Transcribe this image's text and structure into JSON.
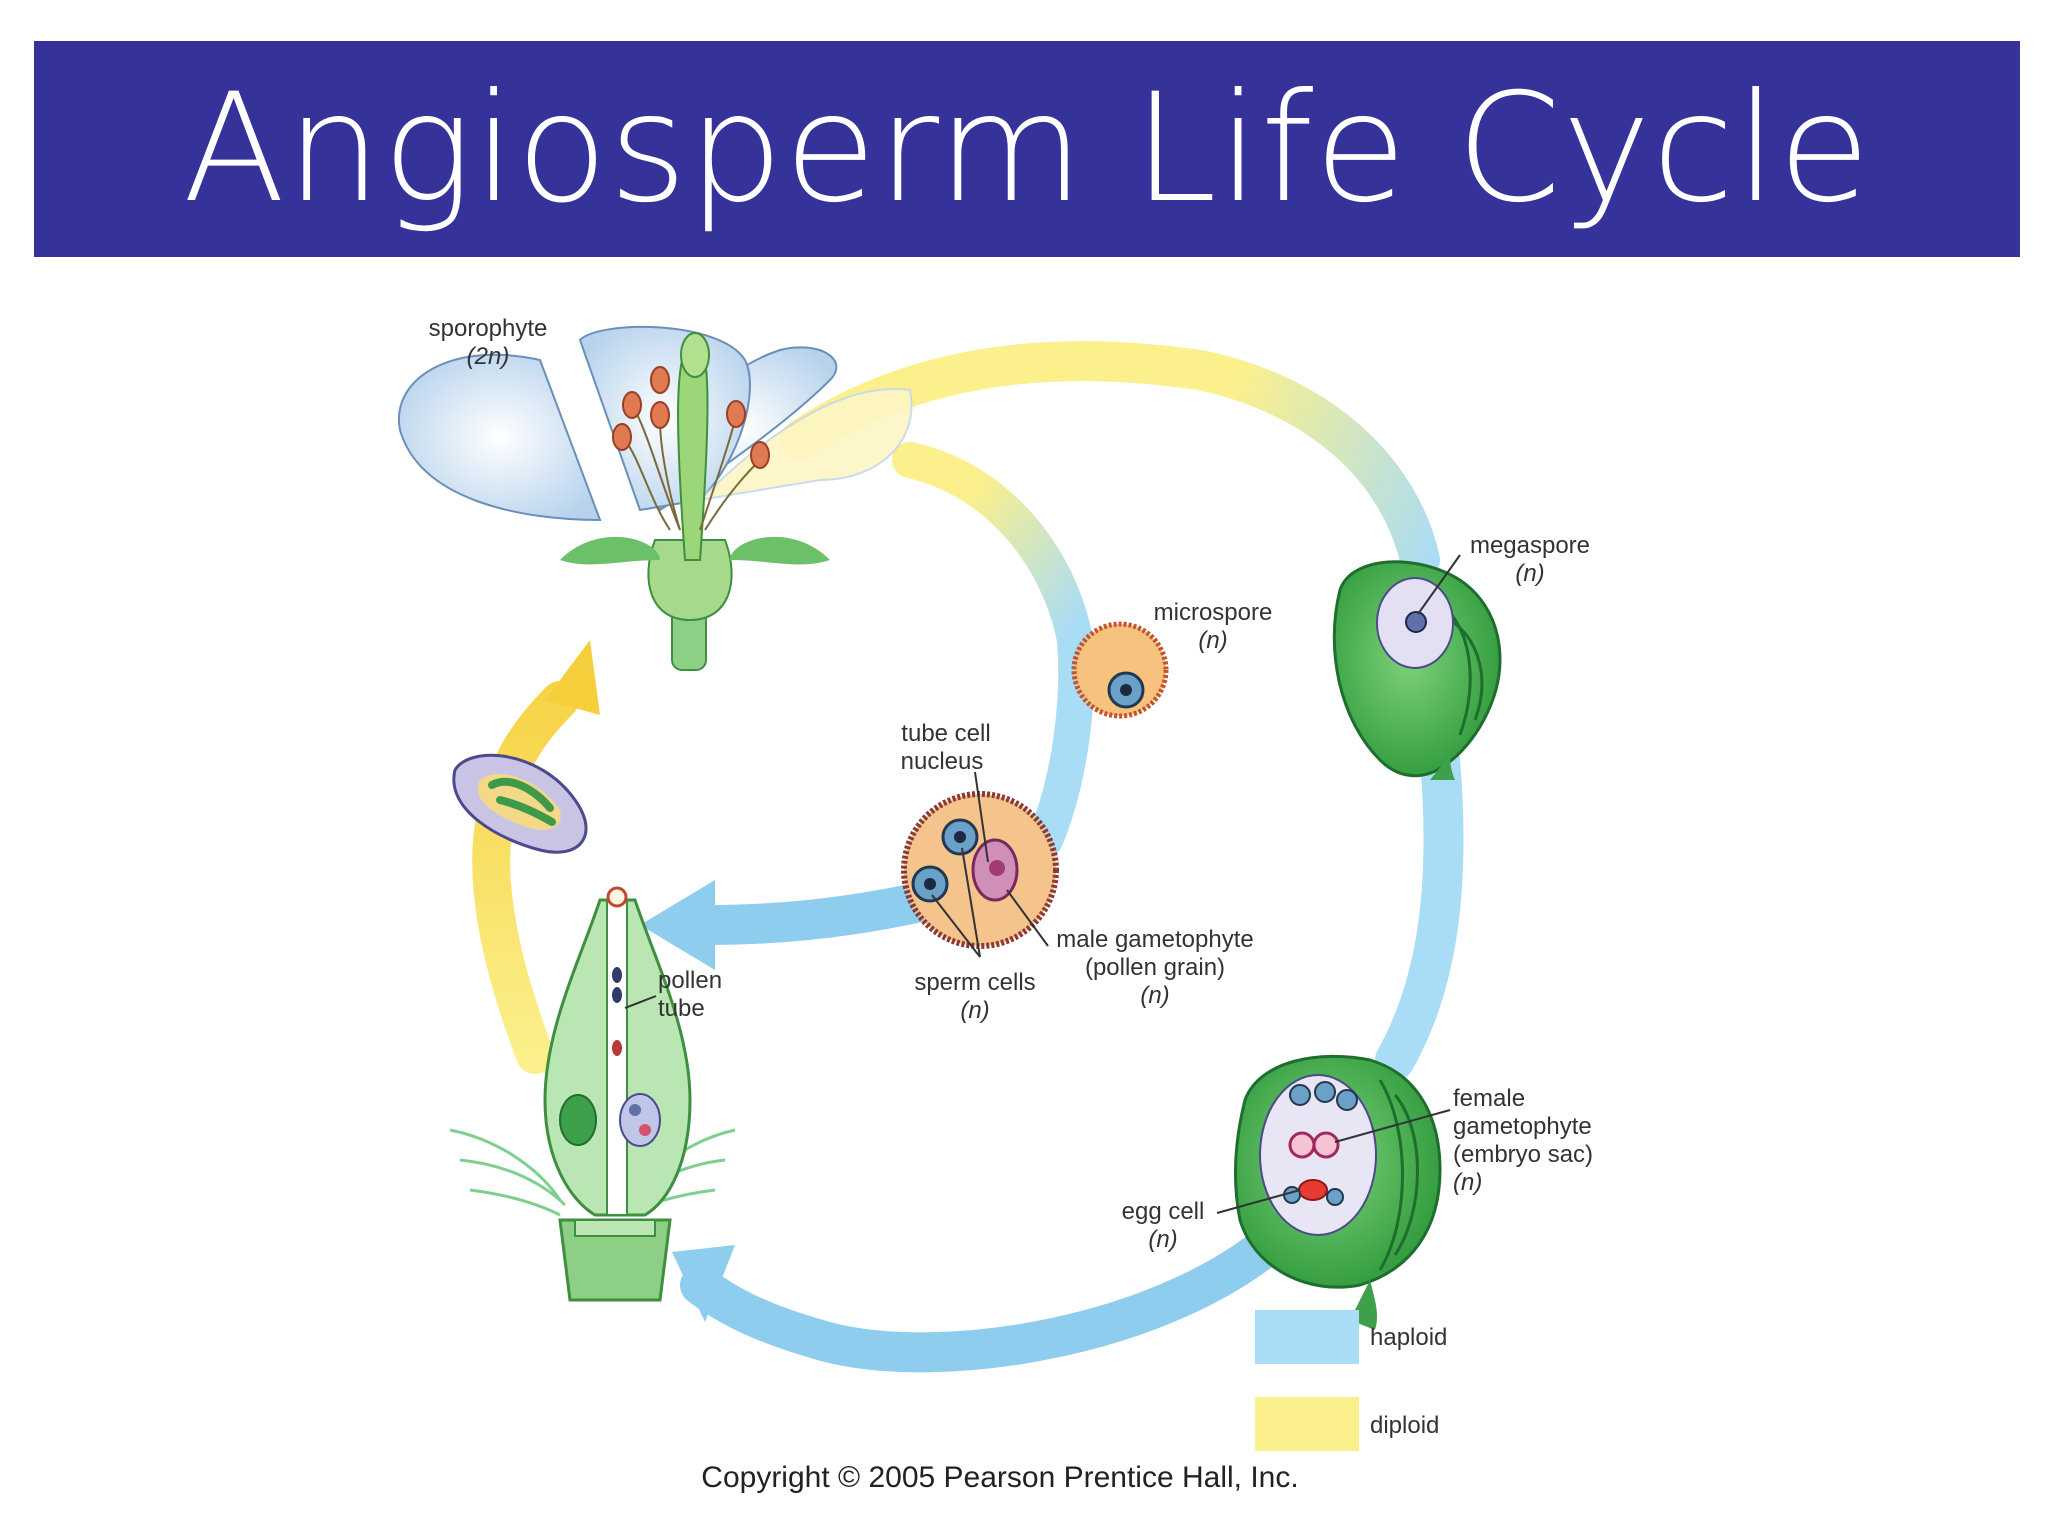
{
  "title": "Angiosperm Life Cycle",
  "labels": {
    "sporophyte": "sporophyte",
    "sporophyte_ploidy": "(2n)",
    "megaspore": "megaspore",
    "megaspore_ploidy": "(n)",
    "microspore": "microspore",
    "microspore_ploidy": "(n)",
    "tube_cell_line1": "tube cell",
    "tube_cell_line2": "nucleus",
    "male_gametophyte_line1": "male gametophyte",
    "male_gametophyte_line2": "(pollen grain)",
    "male_gametophyte_ploidy": "(n)",
    "sperm_cells": "sperm cells",
    "sperm_cells_ploidy": "(n)",
    "pollen_tube_line1": "pollen",
    "pollen_tube_line2": "tube",
    "female_gametophyte_line1": "female",
    "female_gametophyte_line2": "gametophyte",
    "female_gametophyte_line3": "(embryo sac)",
    "female_gametophyte_ploidy": "(n)",
    "egg_cell": "egg cell",
    "egg_cell_ploidy": "(n)"
  },
  "legend": {
    "haploid": "haploid",
    "diploid": "diploid",
    "haploid_color": "#a9dcf5",
    "diploid_color": "#fbf08c"
  },
  "copyright": "Copyright © 2005 Pearson Prentice Hall, Inc.",
  "colors": {
    "title_bar": "#35339a",
    "haploid_arrow": "#8fcdee",
    "diploid_arrow": "#f9e46f",
    "plant_green": "#59b85b"
  }
}
